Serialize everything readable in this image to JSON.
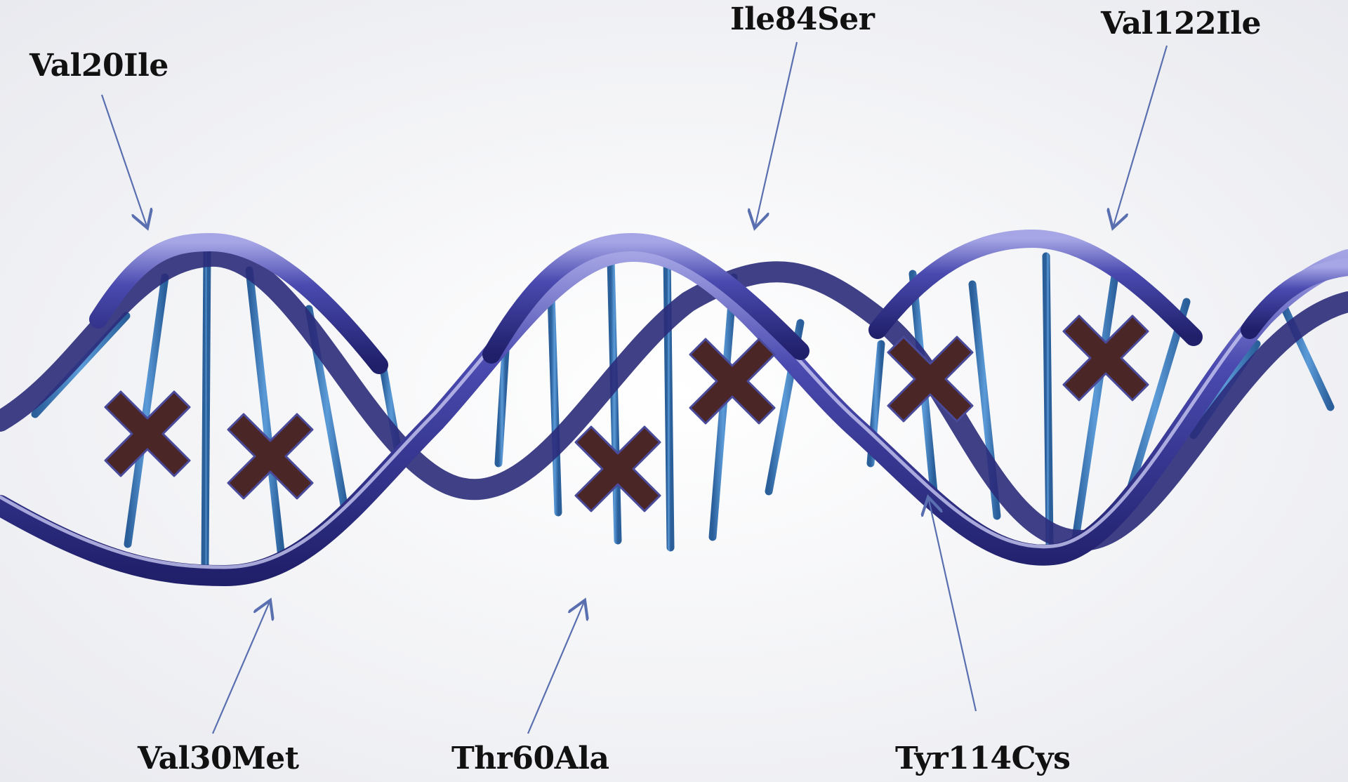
{
  "mutations": {
    "val20ile": "Val20Ile",
    "val30met": "Val30Met",
    "thr60ala": "Thr60Ala",
    "ile84ser": "Ile84Ser",
    "tyr114cys": "Tyr114Cys",
    "val122ile": "Val122Ile"
  },
  "colors": {
    "strand_front": "#2f2f8f",
    "strand_highlight": "#8a8ad8",
    "base_pair": "#3a78b8",
    "mutation_mark": "#4b2626",
    "mutation_mark_outline": "#4a4a9a",
    "arrow": "#5a6fb0",
    "label": "#111111"
  },
  "icons": {
    "mutation_marker": "x-cross-icon",
    "pointer": "arrow-icon"
  }
}
